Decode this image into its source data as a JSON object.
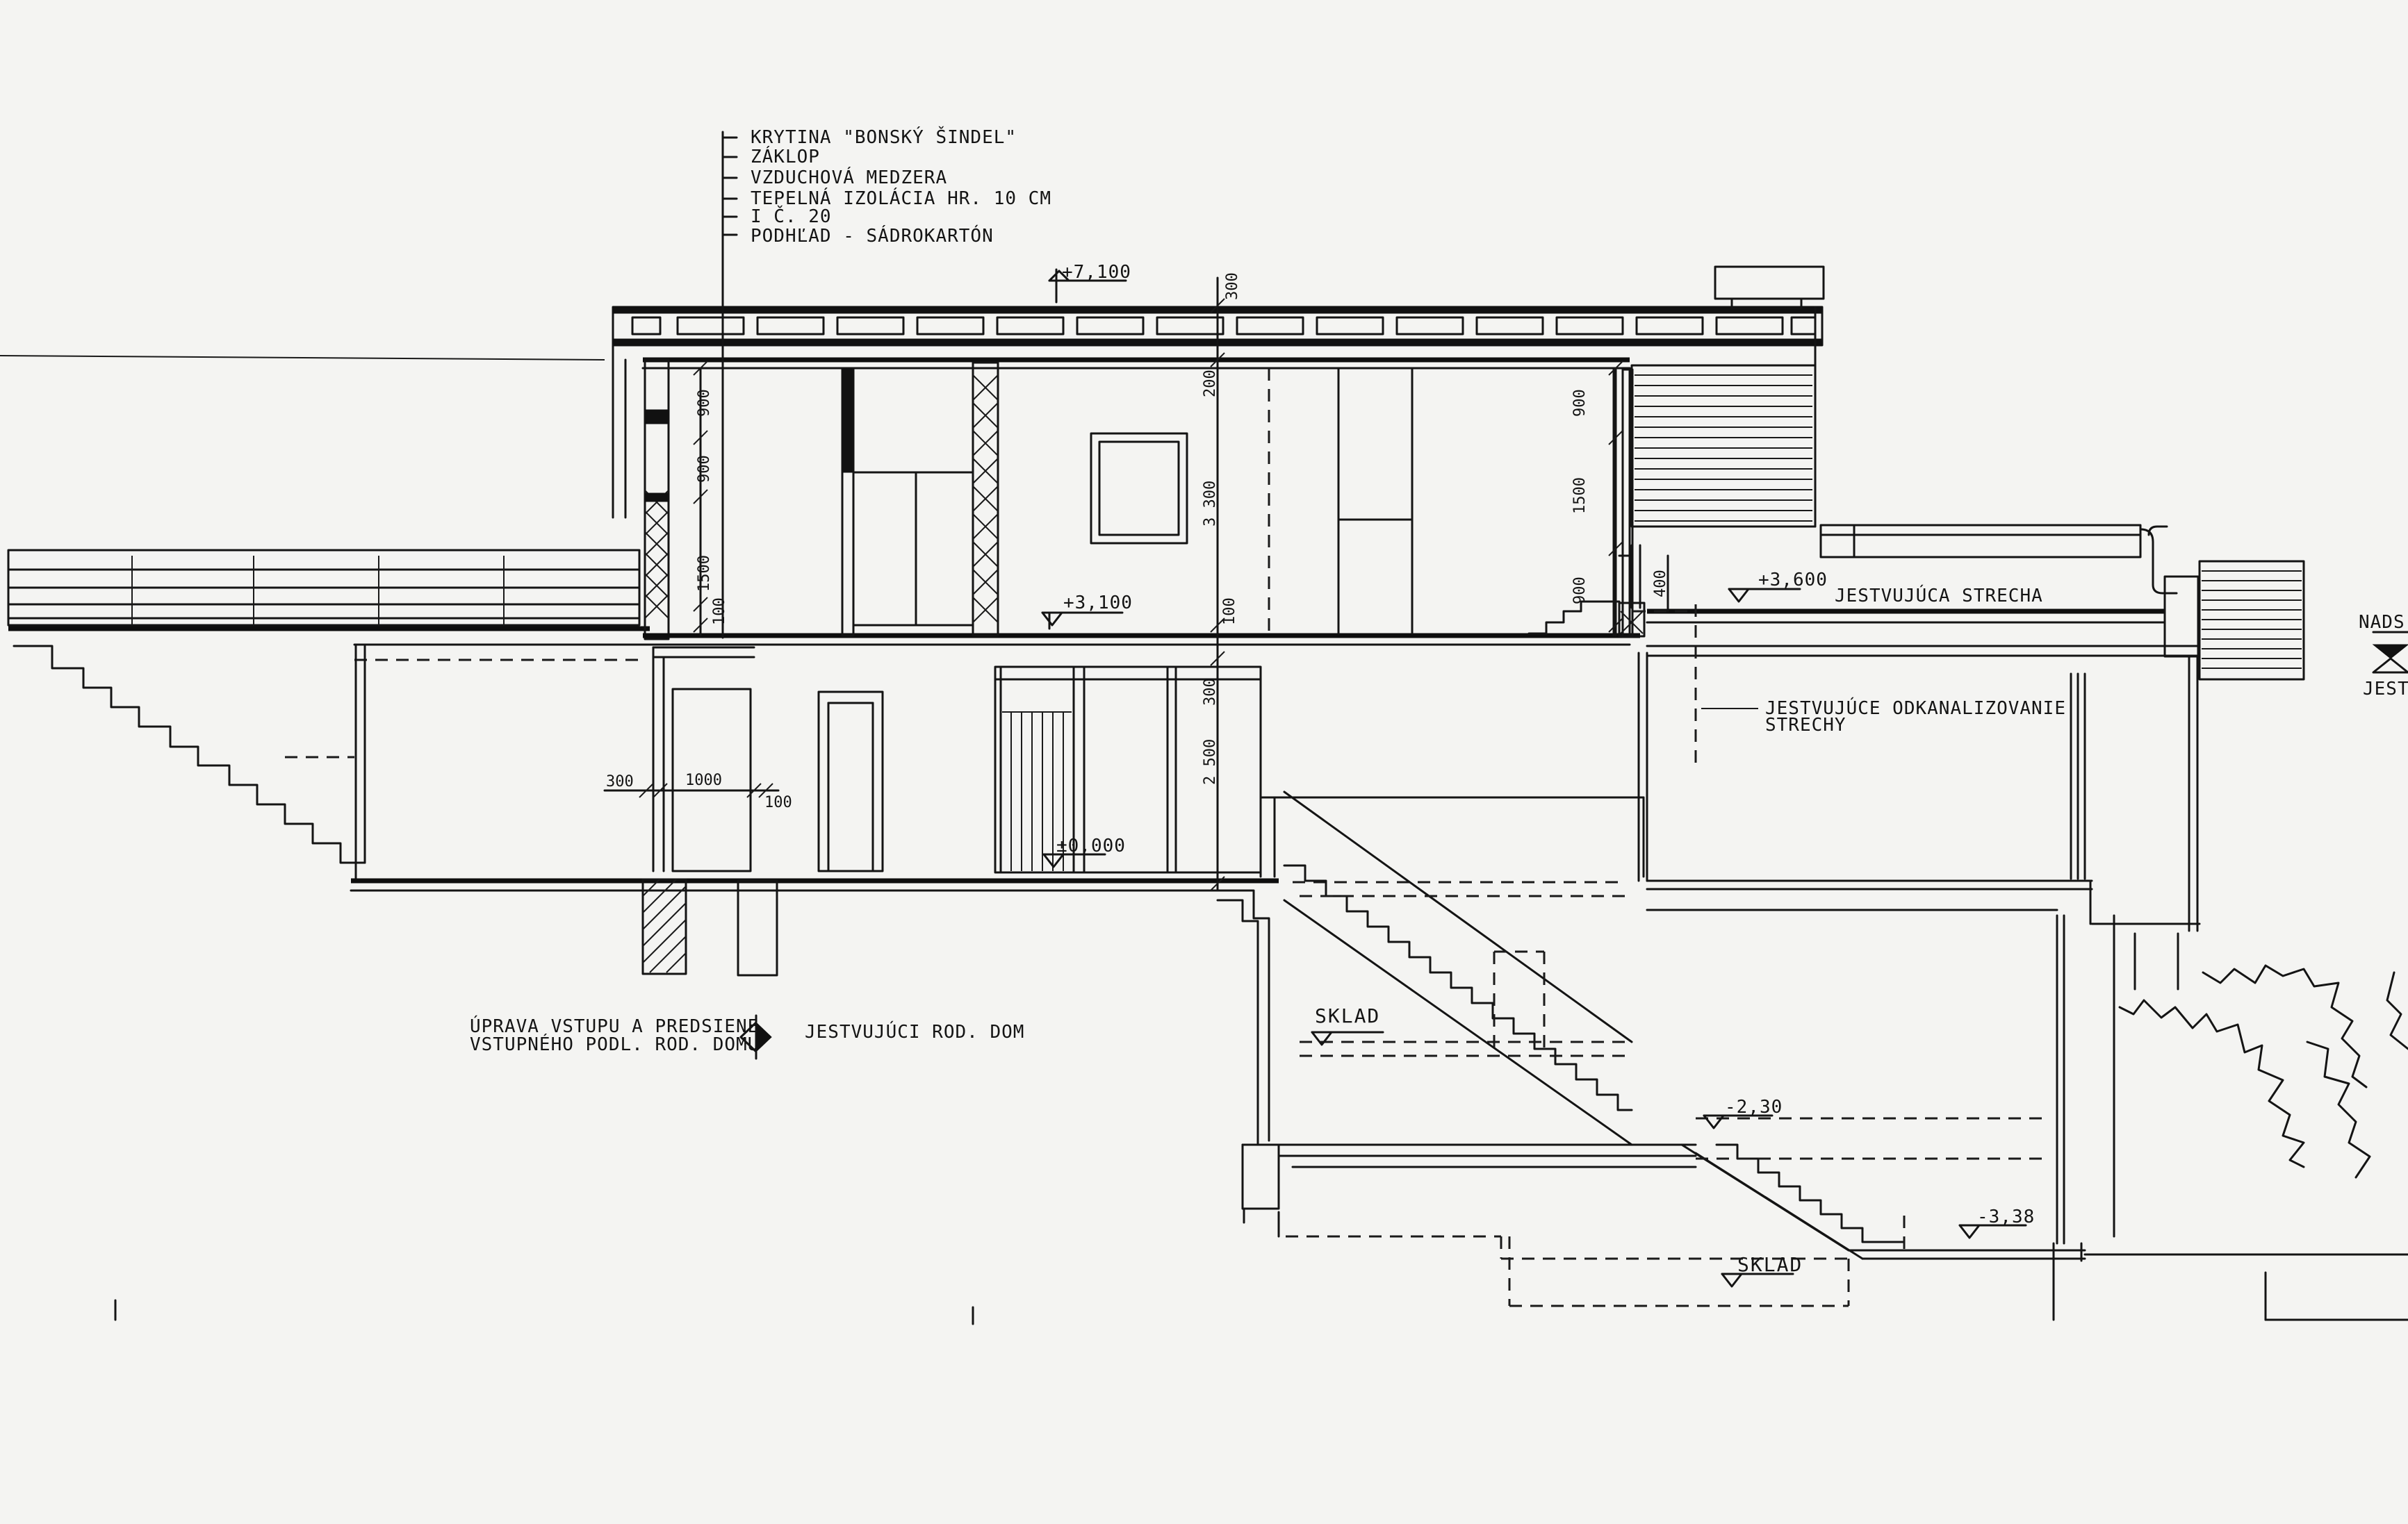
{
  "drawing": {
    "roof_layers": [
      "KRYTINA \"BONSKÝ ŠINDEL\"",
      "ZÁKLOP",
      "VZDUCHOVÁ MEDZERA",
      "TEPELNÁ IZOLÁCIA HR. 10 CM",
      "I Č. 20",
      "PODHĽAD - SÁDROKARTÓN"
    ],
    "levels": {
      "roof_top": "+7,100",
      "first_floor": "+3,100",
      "existing_roof": "+3,600",
      "ground": "±0,000",
      "basement_1": "-2,30",
      "basement_2": "-3,38"
    },
    "dimensions": {
      "d300_top": "300",
      "d200": "200",
      "d3300": "3 300",
      "d900_a": "900",
      "d900_b": "900",
      "d1500_left": "1500",
      "d100_left": "100",
      "d900_right_top": "900",
      "d1500_right": "1500",
      "d900_right_low": "900",
      "d400": "400",
      "d100_mid": "100",
      "d300_mid": "300",
      "d2500": "2 500",
      "d300_left": "300",
      "d1000": "1000",
      "d100_small": "100"
    },
    "labels": {
      "existing_roof": "JESTVUJÚCA STRECHA",
      "existing_drainage_1": "JESTVUJÚCE ODKANALIZOVANIE",
      "existing_drainage_2": "STRECHY",
      "storage_upper": "SKLAD",
      "storage_lower": "SKLAD",
      "entrance_note_1": "ÚPRAVA VSTUPU A PREDSIENE",
      "entrance_note_2": "VSTUPNÉHO PODL. ROD. DOMU",
      "existing_house": "JESTVUJÚCI ROD. DOM",
      "edge_label_1": "NADS",
      "edge_label_2": "JEST"
    }
  }
}
